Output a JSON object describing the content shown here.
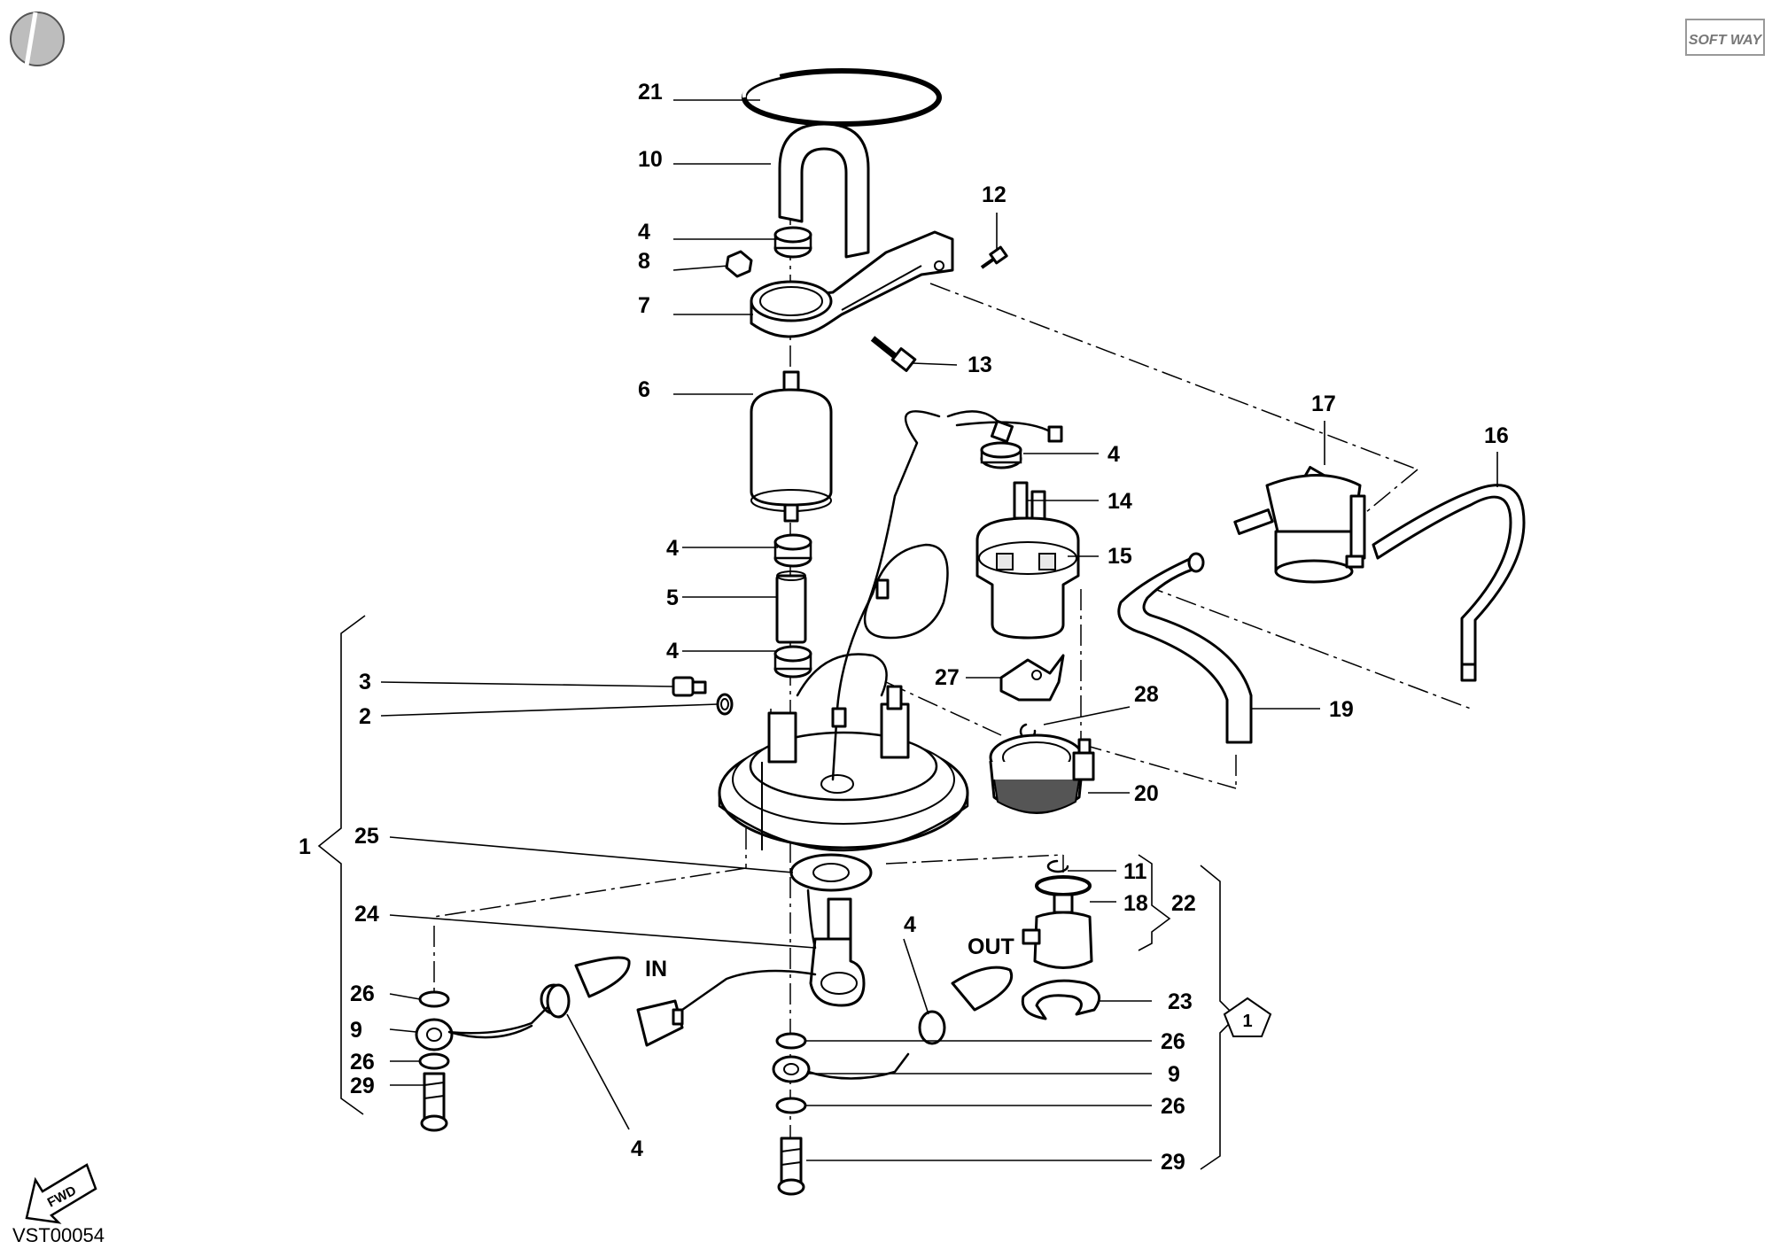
{
  "diagram": {
    "code": "VST00054",
    "brand_logo": "SOFT WAY",
    "fwd_arrow": "FWD",
    "notes": {
      "in": "IN",
      "out": "OUT",
      "kit_badge": "1"
    },
    "labels": {
      "p21": "21",
      "p10": "10",
      "p4a": "4",
      "p8": "8",
      "p12": "12",
      "p7": "7",
      "p13": "13",
      "p6": "6",
      "p17": "17",
      "p16": "16",
      "p4b": "4",
      "p14": "14",
      "p4c": "4",
      "p15": "15",
      "p5": "5",
      "p4d": "4",
      "p27": "27",
      "p3": "3",
      "p28": "28",
      "p2": "2",
      "p19": "19",
      "p20": "20",
      "p1": "1",
      "p25": "25",
      "p11": "11",
      "p22": "22",
      "p18": "18",
      "p24": "24",
      "p4e": "4",
      "p26a": "26",
      "p23": "23",
      "p9a": "9",
      "p26b": "26",
      "p26c": "26",
      "p29a": "29",
      "p9b": "9",
      "p26d": "26",
      "p4f": "4",
      "p29b": "29"
    }
  }
}
